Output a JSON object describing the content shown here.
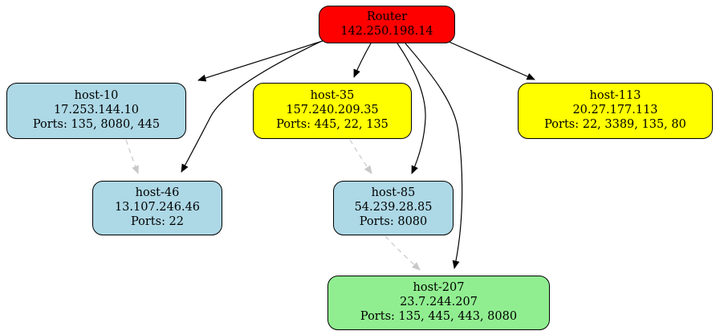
{
  "diagram": {
    "type": "network-topology-graph",
    "colors": {
      "router_fill": "#ff0000",
      "host_blue_fill": "#add8e6",
      "host_yellow_fill": "#ffff00",
      "host_green_fill": "#90ee90",
      "edge_solid": "#000000",
      "edge_dashed": "#c8c8c8",
      "node_border": "#000000",
      "text": "#000000"
    },
    "nodes": [
      {
        "id": "router",
        "label": "Router",
        "ip": "142.250.198.14",
        "ports": "",
        "fill": "#ff0000"
      },
      {
        "id": "host-10",
        "label": "host-10",
        "ip": "17.253.144.10",
        "ports": "Ports: 135, 8080, 445",
        "fill": "#add8e6"
      },
      {
        "id": "host-35",
        "label": "host-35",
        "ip": "157.240.209.35",
        "ports": "Ports: 445, 22, 135",
        "fill": "#ffff00"
      },
      {
        "id": "host-113",
        "label": "host-113",
        "ip": "20.27.177.113",
        "ports": "Ports: 22, 3389, 135, 80",
        "fill": "#ffff00"
      },
      {
        "id": "host-46",
        "label": "host-46",
        "ip": "13.107.246.46",
        "ports": "Ports: 22",
        "fill": "#add8e6"
      },
      {
        "id": "host-85",
        "label": "host-85",
        "ip": "54.239.28.85",
        "ports": "Ports: 8080",
        "fill": "#add8e6"
      },
      {
        "id": "host-207",
        "label": "host-207",
        "ip": "23.7.244.207",
        "ports": "Ports: 135, 445, 443, 8080",
        "fill": "#90ee90"
      }
    ],
    "edges": [
      {
        "from": "Router",
        "to": "host-10",
        "style": "solid",
        "color": "#000000"
      },
      {
        "from": "Router",
        "to": "host-35",
        "style": "solid",
        "color": "#000000"
      },
      {
        "from": "Router",
        "to": "host-113",
        "style": "solid",
        "color": "#000000"
      },
      {
        "from": "Router",
        "to": "host-46",
        "style": "solid",
        "color": "#000000"
      },
      {
        "from": "Router",
        "to": "host-85",
        "style": "solid",
        "color": "#000000"
      },
      {
        "from": "Router",
        "to": "host-207",
        "style": "solid",
        "color": "#000000"
      },
      {
        "from": "host-10",
        "to": "host-46",
        "style": "dashed",
        "color": "#c8c8c8"
      },
      {
        "from": "host-35",
        "to": "host-85",
        "style": "dashed",
        "color": "#c8c8c8"
      },
      {
        "from": "host-85",
        "to": "host-207",
        "style": "dashed",
        "color": "#c8c8c8"
      }
    ]
  }
}
